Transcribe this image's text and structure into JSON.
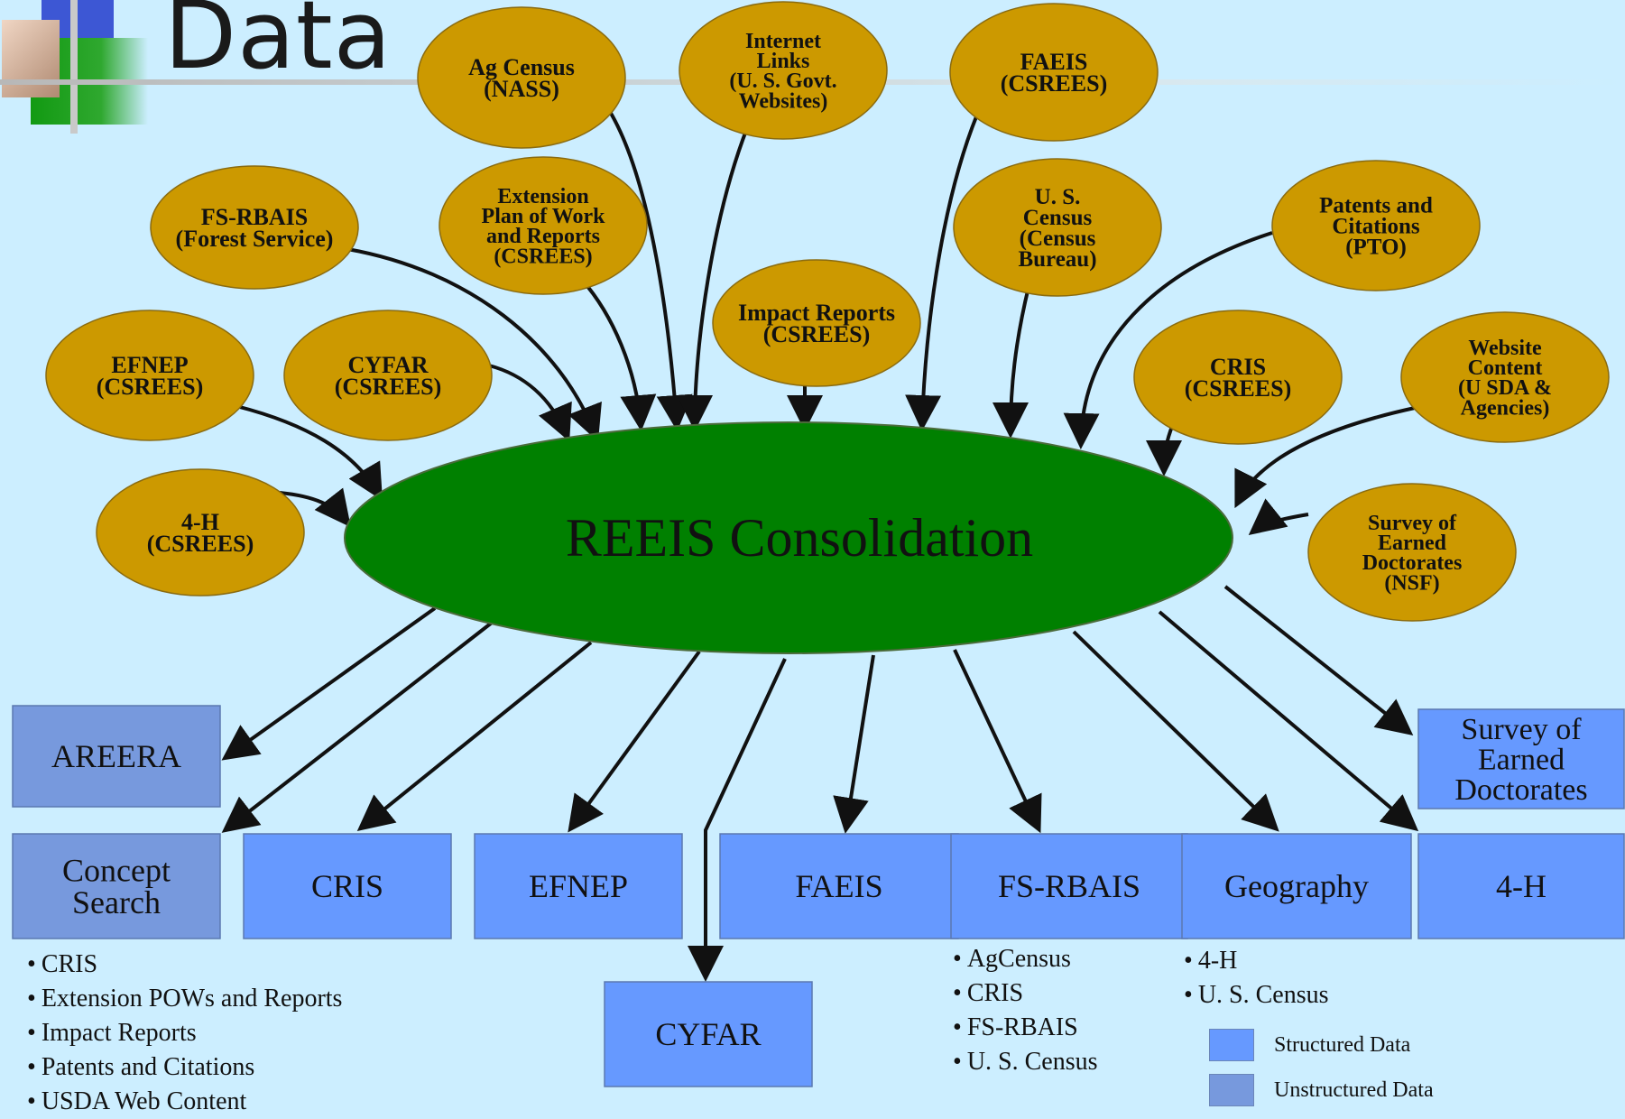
{
  "title": "Data",
  "center": "REEIS Consolidation",
  "sources": [
    {
      "lines": [
        "Ag Census",
        "(NASS)"
      ]
    },
    {
      "lines": [
        "Internet",
        "Links",
        "(U. S. Govt.",
        "Websites)"
      ]
    },
    {
      "lines": [
        "FAEIS",
        "(CSREES)"
      ]
    },
    {
      "lines": [
        "FS-RBAIS",
        "(Forest Service)"
      ]
    },
    {
      "lines": [
        "Extension",
        "Plan of Work",
        "and Reports",
        "(CSREES)"
      ]
    },
    {
      "lines": [
        "U. S.",
        "Census",
        "(Census",
        "Bureau)"
      ]
    },
    {
      "lines": [
        "Patents and",
        "Citations",
        "(PTO)"
      ]
    },
    {
      "lines": [
        "Impact Reports",
        "(CSREES)"
      ]
    },
    {
      "lines": [
        "EFNEP",
        "(CSREES)"
      ]
    },
    {
      "lines": [
        "CYFAR",
        "(CSREES)"
      ]
    },
    {
      "lines": [
        "CRIS",
        "(CSREES)"
      ]
    },
    {
      "lines": [
        "Website",
        "Content",
        "(U SDA &",
        "Agencies)"
      ]
    },
    {
      "lines": [
        "4-H",
        "(CSREES)"
      ]
    },
    {
      "lines": [
        "Survey of",
        "Earned",
        "Doctorates",
        "(NSF)"
      ]
    }
  ],
  "outputs": [
    {
      "lines": [
        "AREERA"
      ],
      "kind": "unstructured"
    },
    {
      "lines": [
        "Concept",
        "Search"
      ],
      "kind": "unstructured"
    },
    {
      "lines": [
        "CRIS"
      ],
      "kind": "structured"
    },
    {
      "lines": [
        "EFNEP"
      ],
      "kind": "structured"
    },
    {
      "lines": [
        "FAEIS"
      ],
      "kind": "structured"
    },
    {
      "lines": [
        "FS-RBAIS"
      ],
      "kind": "structured"
    },
    {
      "lines": [
        "Geography"
      ],
      "kind": "structured"
    },
    {
      "lines": [
        "4-H"
      ],
      "kind": "structured"
    },
    {
      "lines": [
        "Survey of",
        "Earned",
        "Doctorates"
      ],
      "kind": "structured"
    },
    {
      "lines": [
        "CYFAR"
      ],
      "kind": "structured"
    }
  ],
  "lists": {
    "concept_search": [
      "CRIS",
      "Extension POWs and Reports",
      "Impact Reports",
      "Patents and Citations",
      "USDA Web Content"
    ],
    "fs_rbais": [
      "AgCensus",
      "CRIS",
      "FS-RBAIS",
      "U. S. Census"
    ],
    "geography": [
      "4-H",
      "U. S. Census"
    ]
  },
  "legend": {
    "structured": "Structured Data",
    "unstructured": "Unstructured Data"
  },
  "colors": {
    "background": "#cceeff",
    "source_fill": "#cc9900",
    "center_fill": "#008000",
    "structured": "#6699ff",
    "unstructured": "#7799dd",
    "arrow": "#111111"
  }
}
